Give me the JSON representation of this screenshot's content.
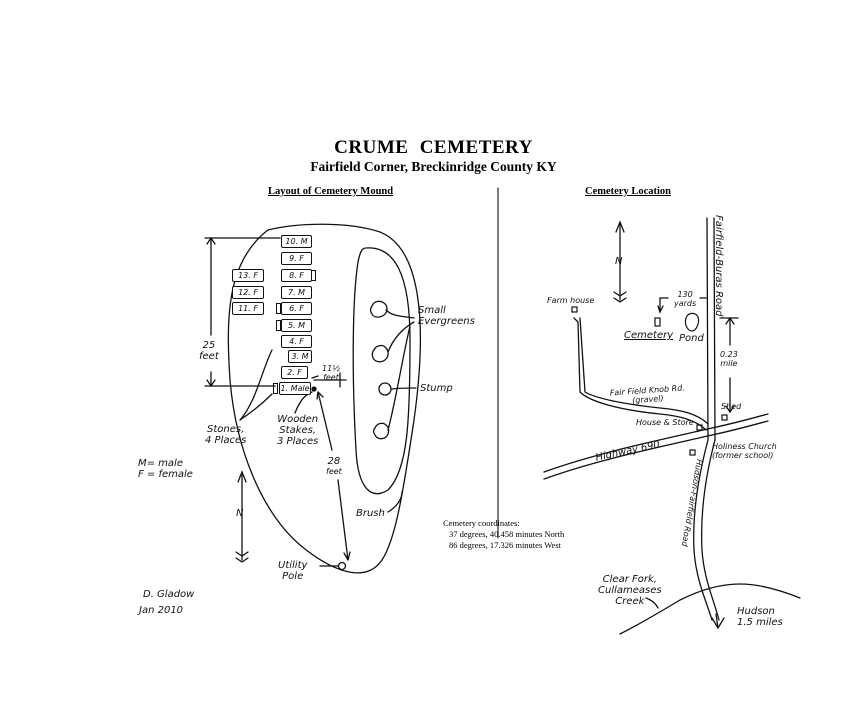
{
  "header": {
    "title": "CRUME   CEMETERY",
    "subtitle": "Fairfield Corner, Breckinridge County KY"
  },
  "layout_panel": {
    "heading": "Layout of Cemetery Mound",
    "graves": [
      {
        "label": "10. M"
      },
      {
        "label": "9. F"
      },
      {
        "label": "13. F"
      },
      {
        "label": "8. F"
      },
      {
        "label": "12. F"
      },
      {
        "label": "7. M"
      },
      {
        "label": "11. F"
      },
      {
        "label": "6. F"
      },
      {
        "label": "5. M"
      },
      {
        "label": "4. F"
      },
      {
        "label": "3. M"
      },
      {
        "label": "2. F"
      },
      {
        "label": "1. Male"
      }
    ],
    "dimension_25": [
      "25",
      "feet"
    ],
    "dimension_11": [
      "11½",
      "feet"
    ],
    "dimension_28": [
      "28",
      "feet"
    ],
    "small_evergreens": [
      "Small",
      "Evergreens"
    ],
    "stump": "Stump",
    "stones": [
      "Stones,",
      "4 Places"
    ],
    "wooden_stakes": [
      "Wooden",
      "Stakes,",
      "3 Places"
    ],
    "legend": [
      "M= male",
      "F = female"
    ],
    "north": "N",
    "brush": "Brush",
    "utility_pole": [
      "Utility",
      "Pole"
    ],
    "author": "D. Gladow",
    "date": "Jan 2010"
  },
  "location_panel": {
    "heading": "Cemetery Location",
    "north": "N",
    "fairfield_buras_road": "Fairfield-Buras Road",
    "farmhouse": "Farm house",
    "yards": [
      "130",
      "yards"
    ],
    "cemetery": "Cemetery",
    "pond": "Pond",
    "miles_023": [
      "0.23",
      "mile"
    ],
    "knob_road": [
      "Fair Field Knob Rd.",
      "(gravel)"
    ],
    "shed": "Shed",
    "house_store": "House & Store",
    "highway": "Highway 690",
    "holiness_church": [
      "Holiness Church",
      "(former school)"
    ],
    "hudson_fairfield_road": "Hudson-Fairfield Road",
    "creek": [
      "Clear Fork,",
      "Cullameases",
      "Creek"
    ],
    "hudson": [
      "Hudson",
      "1.5 miles"
    ],
    "coordinates": {
      "heading": "Cemetery coordinates:",
      "lat": "37 degrees, 40.458 minutes North",
      "lon": "86 degrees, 17.326 minutes West"
    }
  }
}
